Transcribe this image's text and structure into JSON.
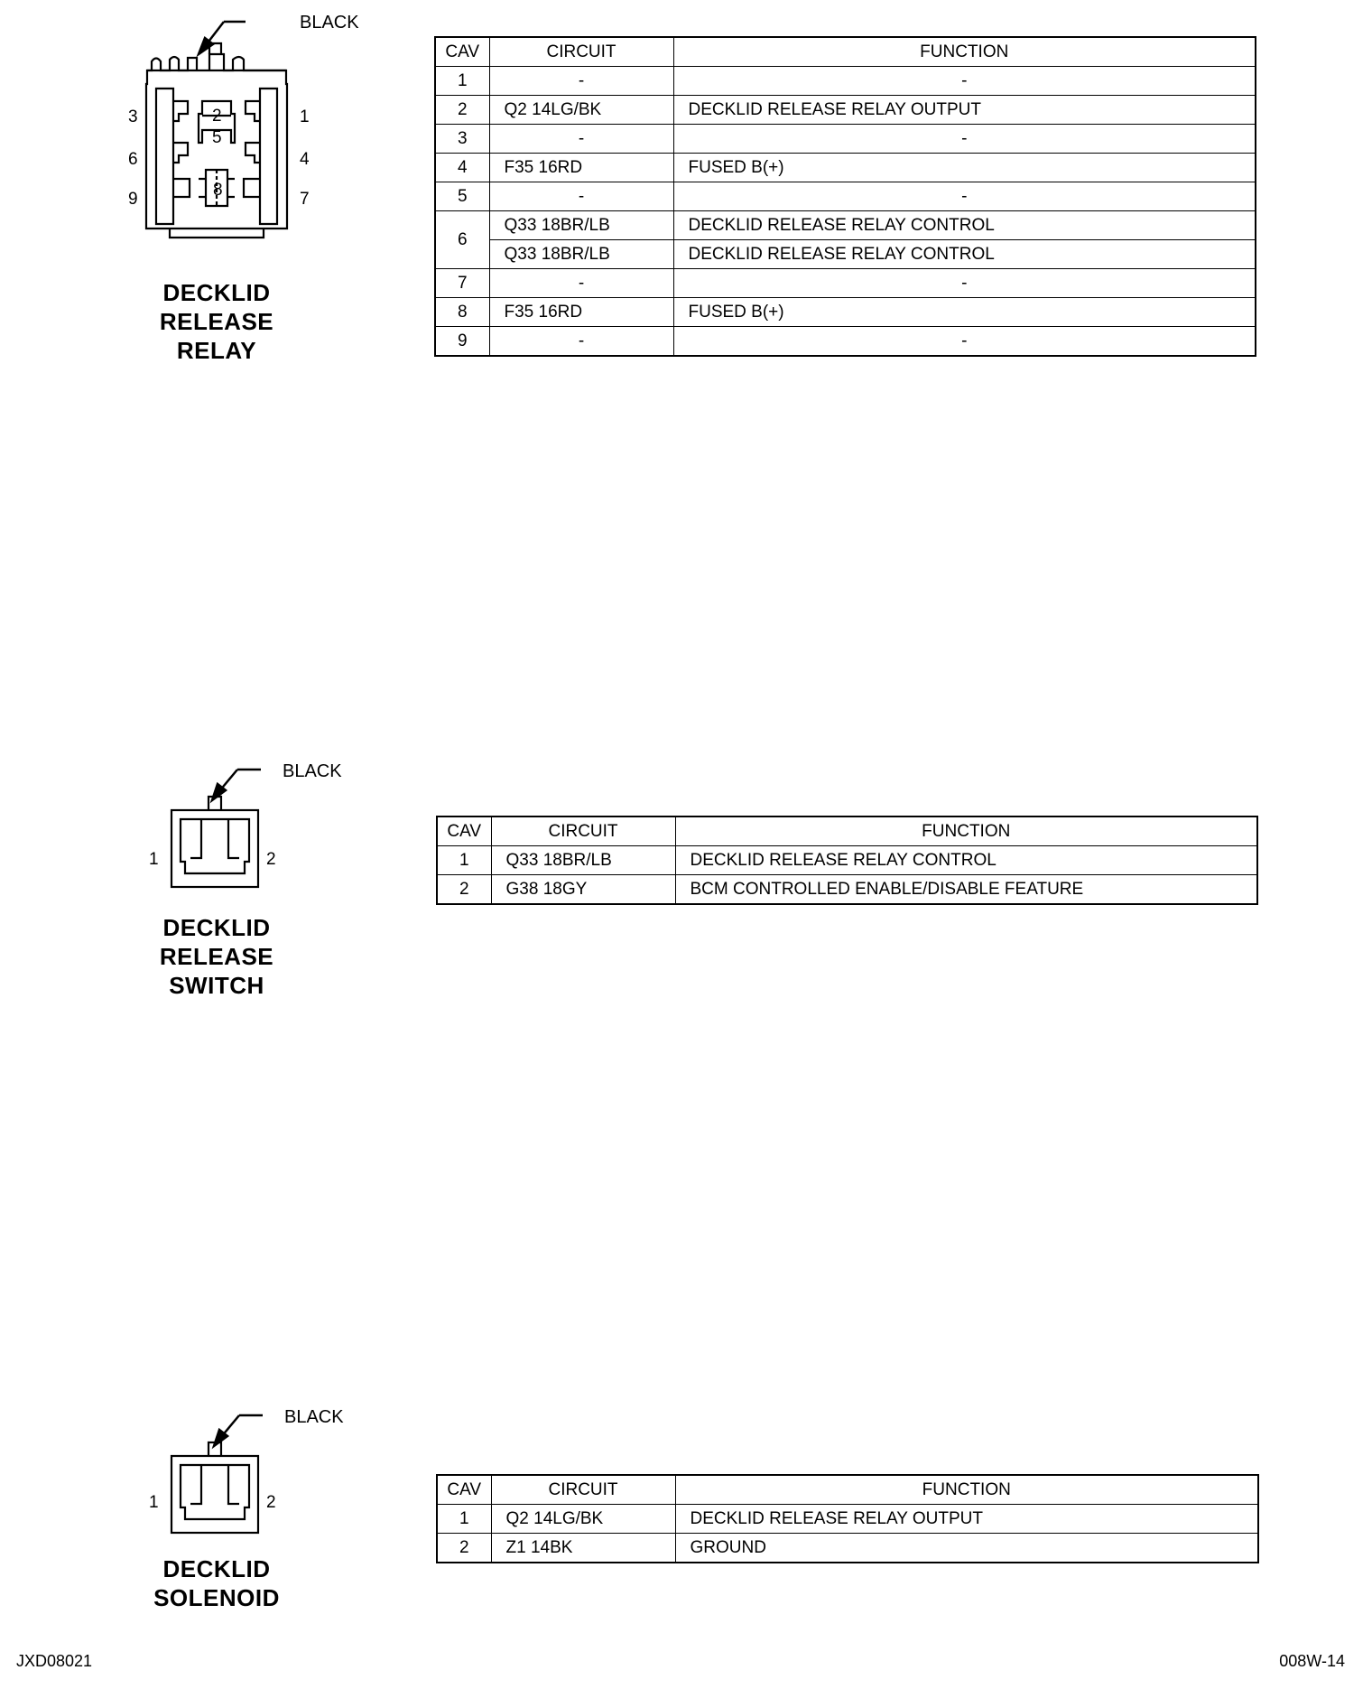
{
  "relay": {
    "color_label": "BLACK",
    "name_lines": [
      "DECKLID",
      "RELEASE",
      "RELAY"
    ],
    "pins": [
      "1",
      "2",
      "3",
      "4",
      "5",
      "6",
      "7",
      "8",
      "9"
    ],
    "headers": {
      "cav": "CAV",
      "circuit": "CIRCUIT",
      "function": "FUNCTION"
    },
    "rows": [
      {
        "cav": "1",
        "entries": [
          {
            "circuit": "-",
            "function": "-"
          }
        ]
      },
      {
        "cav": "2",
        "entries": [
          {
            "circuit": "Q2 14LG/BK",
            "function": "DECKLID RELEASE RELAY OUTPUT"
          }
        ]
      },
      {
        "cav": "3",
        "entries": [
          {
            "circuit": "-",
            "function": "-"
          }
        ]
      },
      {
        "cav": "4",
        "entries": [
          {
            "circuit": "F35 16RD",
            "function": "FUSED B(+)"
          }
        ]
      },
      {
        "cav": "5",
        "entries": [
          {
            "circuit": "-",
            "function": "-"
          }
        ]
      },
      {
        "cav": "6",
        "entries": [
          {
            "circuit": "Q33 18BR/LB",
            "function": "DECKLID RELEASE RELAY CONTROL"
          },
          {
            "circuit": "Q33 18BR/LB",
            "function": "DECKLID RELEASE RELAY CONTROL"
          }
        ]
      },
      {
        "cav": "7",
        "entries": [
          {
            "circuit": "-",
            "function": "-"
          }
        ]
      },
      {
        "cav": "8",
        "entries": [
          {
            "circuit": "F35 16RD",
            "function": "FUSED B(+)"
          }
        ]
      },
      {
        "cav": "9",
        "entries": [
          {
            "circuit": "-",
            "function": "-"
          }
        ]
      }
    ]
  },
  "switch": {
    "color_label": "BLACK",
    "name_lines": [
      "DECKLID",
      "RELEASE",
      "SWITCH"
    ],
    "pins": [
      "1",
      "2"
    ],
    "headers": {
      "cav": "CAV",
      "circuit": "CIRCUIT",
      "function": "FUNCTION"
    },
    "rows": [
      {
        "cav": "1",
        "entries": [
          {
            "circuit": "Q33 18BR/LB",
            "function": "DECKLID RELEASE RELAY CONTROL"
          }
        ]
      },
      {
        "cav": "2",
        "entries": [
          {
            "circuit": "G38 18GY",
            "function": "BCM CONTROLLED ENABLE/DISABLE FEATURE"
          }
        ]
      }
    ]
  },
  "solenoid": {
    "color_label": "BLACK",
    "name_lines": [
      "DECKLID",
      "SOLENOID"
    ],
    "pins": [
      "1",
      "2"
    ],
    "headers": {
      "cav": "CAV",
      "circuit": "CIRCUIT",
      "function": "FUNCTION"
    },
    "rows": [
      {
        "cav": "1",
        "entries": [
          {
            "circuit": "Q2 14LG/BK",
            "function": "DECKLID RELEASE RELAY OUTPUT"
          }
        ]
      },
      {
        "cav": "2",
        "entries": [
          {
            "circuit": "Z1 14BK",
            "function": "GROUND"
          }
        ]
      }
    ]
  },
  "footer": {
    "left": "JXD08021",
    "right": "008W-14"
  }
}
